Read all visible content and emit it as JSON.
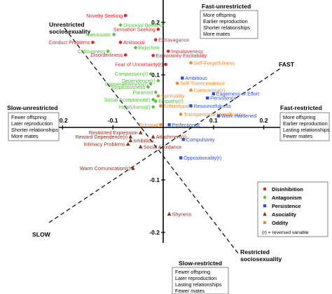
{
  "chart_data": {
    "type": "scatter",
    "xlim": [
      -0.25,
      0.25
    ],
    "ylim": [
      -0.22,
      0.26
    ],
    "x_ticks": [
      -0.2,
      -0.1,
      0.1,
      0.2
    ],
    "y_ticks": [
      0.2,
      0.1,
      -0.1,
      -0.2
    ],
    "x_tick_labels": [
      "-0.2",
      "-0.1",
      "0.1",
      "0.2"
    ],
    "y_tick_labels": [
      "0.2",
      "0.1",
      "-0.1",
      "-0.2"
    ],
    "grid": false,
    "groups": {
      "disinhibition": {
        "label": "Disinhibition",
        "color": "#e8202a",
        "marker": "circle"
      },
      "antagonism": {
        "label": "Antagonism",
        "color": "#4cbf32",
        "marker": "diamond"
      },
      "persistence": {
        "label": "Persistence",
        "color": "#2a4fd8",
        "marker": "square"
      },
      "asociality": {
        "label": "Asociality",
        "color": "#8b2f1c",
        "marker": "triangle"
      },
      "oddity": {
        "label": "Oddity",
        "color": "#f0882a",
        "marker": "circle"
      }
    },
    "reversed_note": "(r) = reversed variable",
    "points": [
      {
        "label": "Novelty Seeking",
        "x": -0.075,
        "y": 0.213,
        "group": "disinhibition",
        "side": "left"
      },
      {
        "label": "Dissocial Behavior",
        "x": -0.085,
        "y": 0.195,
        "group": "antagonism",
        "side": "right"
      },
      {
        "label": "Sensation Seeking",
        "x": -0.01,
        "y": 0.187,
        "group": "disinhibition",
        "side": "left"
      },
      {
        "label": "Narcissistic",
        "x": -0.098,
        "y": 0.177,
        "group": "antagonism",
        "side": "left"
      },
      {
        "label": "Extravagance",
        "x": -0.015,
        "y": 0.167,
        "group": "disinhibition",
        "side": "right"
      },
      {
        "label": "Conduct Problems",
        "x": -0.14,
        "y": 0.162,
        "group": "disinhibition",
        "side": "left"
      },
      {
        "label": "Antisocial",
        "x": -0.085,
        "y": 0.162,
        "group": "disinhibition",
        "side": "right"
      },
      {
        "label": "Rejection",
        "x": -0.055,
        "y": 0.152,
        "group": "antagonism",
        "side": "right"
      },
      {
        "label": "Callousness",
        "x": -0.11,
        "y": 0.145,
        "group": "antagonism",
        "side": "left"
      },
      {
        "label": "Impulsiveness",
        "x": 0.01,
        "y": 0.145,
        "group": "disinhibition",
        "side": "right"
      },
      {
        "label": "Disorderliness",
        "x": -0.075,
        "y": 0.138,
        "group": "disinhibition",
        "side": "left"
      },
      {
        "label": "Exploratory Excitability",
        "x": -0.02,
        "y": 0.137,
        "group": "disinhibition",
        "side": "right"
      },
      {
        "label": "Self-Forgetfulness",
        "x": 0.055,
        "y": 0.123,
        "group": "oddity",
        "side": "right"
      },
      {
        "label": "Fear of Uncertainty(r)",
        "x": 0.005,
        "y": 0.12,
        "group": "disinhibition",
        "side": "left"
      },
      {
        "label": "Compassion(r)",
        "x": -0.025,
        "y": 0.102,
        "group": "antagonism",
        "side": "left"
      },
      {
        "label": "Ambitious",
        "x": 0.038,
        "y": 0.094,
        "group": "persistence",
        "side": "right"
      },
      {
        "label": "Dependence(r)",
        "x": -0.01,
        "y": 0.089,
        "group": "antagonism",
        "side": "left"
      },
      {
        "label": "Self-Transcendence",
        "x": 0.028,
        "y": 0.084,
        "group": "oddity",
        "side": "right"
      },
      {
        "label": "Cooperativeness(r)",
        "x": -0.025,
        "y": 0.083,
        "group": "antagonism",
        "side": "left"
      },
      {
        "label": "Suspiciousness",
        "x": -0.03,
        "y": 0.077,
        "group": "antagonism",
        "side": "left"
      },
      {
        "label": "Conscience(r)",
        "x": 0.055,
        "y": 0.071,
        "group": "oddity",
        "side": "right"
      },
      {
        "label": "Paranoid",
        "x": -0.015,
        "y": 0.067,
        "group": "antagonism",
        "side": "left"
      },
      {
        "label": "Eagerness of Effort",
        "x": 0.1,
        "y": 0.064,
        "group": "persistence",
        "side": "right"
      },
      {
        "label": "Spirituality",
        "x": -0.01,
        "y": 0.06,
        "group": "oddity",
        "side": "right"
      },
      {
        "label": "Persistence",
        "x": 0.088,
        "y": 0.056,
        "group": "persistence",
        "side": "right"
      },
      {
        "label": "Social Acceptance(r)",
        "x": -0.02,
        "y": 0.053,
        "group": "antagonism",
        "side": "left"
      },
      {
        "label": "Empathy(r)",
        "x": -0.015,
        "y": 0.05,
        "group": "antagonism",
        "side": "right"
      },
      {
        "label": "Schizotypal",
        "x": -0.005,
        "y": 0.041,
        "group": "oddity",
        "side": "right"
      },
      {
        "label": "Helpfulness(r)",
        "x": -0.02,
        "y": 0.039,
        "group": "antagonism",
        "side": "left"
      },
      {
        "label": "Resourcefulness",
        "x": 0.055,
        "y": 0.041,
        "group": "persistence",
        "side": "right"
      },
      {
        "label": "Transpersonal Identification",
        "x": 0.035,
        "y": 0.025,
        "group": "oddity",
        "side": "right"
      },
      {
        "label": "Work Hardened",
        "x": 0.11,
        "y": 0.022,
        "group": "persistence",
        "side": "right"
      },
      {
        "label": "Schizoid",
        "x": -0.005,
        "y": 0.005,
        "group": "oddity",
        "side": "left"
      },
      {
        "label": "Perfectionist",
        "x": 0.012,
        "y": 0.005,
        "group": "persistence",
        "side": "right"
      },
      {
        "label": "Restricted Expression",
        "x": -0.045,
        "y": -0.01,
        "group": "asociality",
        "side": "left"
      },
      {
        "label": "Reward Dependence(r)",
        "x": -0.065,
        "y": -0.018,
        "group": "asociality",
        "side": "left"
      },
      {
        "label": "Attachment(r)",
        "x": -0.02,
        "y": -0.018,
        "group": "asociality",
        "side": "right"
      },
      {
        "label": "Inhibition",
        "x": -0.065,
        "y": -0.025,
        "group": "asociality",
        "side": "right"
      },
      {
        "label": "Intimacy Problems",
        "x": -0.07,
        "y": -0.032,
        "group": "asociality",
        "side": "left"
      },
      {
        "label": "Social Avoidance",
        "x": -0.045,
        "y": -0.037,
        "group": "asociality",
        "side": "right"
      },
      {
        "label": "Compulsivity",
        "x": 0.04,
        "y": -0.023,
        "group": "persistence",
        "side": "right"
      },
      {
        "label": "Oppositionality(r)",
        "x": 0.035,
        "y": -0.058,
        "group": "persistence",
        "side": "right"
      },
      {
        "label": "Warm Comunication(r)",
        "x": -0.06,
        "y": -0.078,
        "group": "asociality",
        "side": "left"
      },
      {
        "label": "Shyness",
        "x": 0.012,
        "y": -0.165,
        "group": "asociality",
        "side": "right"
      }
    ],
    "axis_labels": {
      "fast": "FAST",
      "slow": "SLOW",
      "unrestricted": [
        "Unrestricted",
        "sociosexuality"
      ],
      "restricted": [
        "Restricted",
        "sociosexuality"
      ]
    },
    "quadrant_boxes": {
      "top": {
        "title": "Fast-unrestricted",
        "lines": [
          "More offspring",
          "Earlier reproduction",
          "Shorter relationships",
          "More mates"
        ]
      },
      "left": {
        "title": "Slow-unrestricted",
        "lines": [
          "Fewer offspring",
          "Later reproduction",
          "Shorter relationships",
          "More mates"
        ]
      },
      "right": {
        "title": "Fast-restricted",
        "lines": [
          "More offspring",
          "Earlier reproduction",
          "Lasting relationships",
          "Fewer mates"
        ]
      },
      "bottom": {
        "title": "Slow-restricted",
        "lines": [
          "Fewer offspring",
          "Later reproduction",
          "Lasting relationships",
          "Fewer mates"
        ]
      }
    }
  }
}
